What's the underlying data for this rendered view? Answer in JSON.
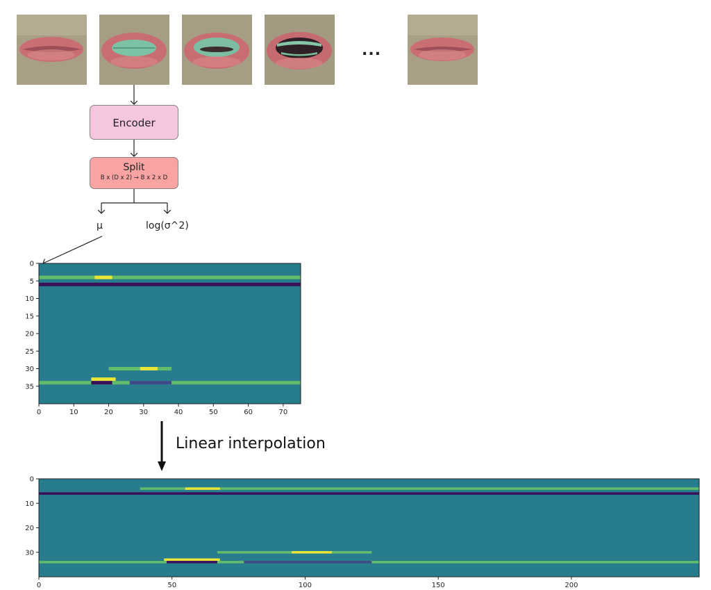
{
  "frames": [
    {
      "id": "frame-1",
      "mouth": "closed"
    },
    {
      "id": "frame-2",
      "mouth": "teeth"
    },
    {
      "id": "frame-3",
      "mouth": "teeth-open"
    },
    {
      "id": "frame-4",
      "mouth": "open"
    },
    {
      "id": "frame-last",
      "mouth": "closed"
    }
  ],
  "ellipsis": "...",
  "encoder": {
    "label": "Encoder"
  },
  "split": {
    "label": "Split",
    "sublabel": "B x (D x 2) → B x 2 x D"
  },
  "outputs": {
    "mu": "μ",
    "logvar": "log(σ^2)"
  },
  "interpolation_label": "Linear interpolation",
  "colors": {
    "encoder": "#f6c6e0",
    "split": "#f9a3a3",
    "heatmap_bg": "#277c8e",
    "dark": "#3a0f5a",
    "light": "#e9e537",
    "green": "#64bc6b"
  },
  "chart_data": [
    {
      "type": "heatmap",
      "title": "",
      "x_ticks": [
        0,
        10,
        20,
        30,
        40,
        50,
        60,
        70
      ],
      "y_ticks": [
        0,
        5,
        10,
        15,
        20,
        25,
        30,
        35
      ],
      "xlim": [
        0,
        75
      ],
      "ylim": [
        40,
        0
      ],
      "bands": [
        {
          "row": 4,
          "x_start": 0,
          "x_end": 75,
          "value": "green"
        },
        {
          "row": 4,
          "x_start": 16,
          "x_end": 21,
          "value": "light"
        },
        {
          "row": 6,
          "x_start": 0,
          "x_end": 75,
          "value": "dark"
        },
        {
          "row": 30,
          "x_start": 20,
          "x_end": 38,
          "value": "green"
        },
        {
          "row": 30,
          "x_start": 29,
          "x_end": 34,
          "value": "light"
        },
        {
          "row": 33,
          "x_start": 15,
          "x_end": 22,
          "value": "light"
        },
        {
          "row": 34,
          "x_start": 0,
          "x_end": 75,
          "value": "green"
        },
        {
          "row": 34,
          "x_start": 15,
          "x_end": 21,
          "value": "dark"
        },
        {
          "row": 34,
          "x_start": 26,
          "x_end": 38,
          "value": "blue-dark"
        }
      ]
    },
    {
      "type": "heatmap",
      "title": "",
      "x_ticks": [
        0,
        50,
        100,
        150,
        200
      ],
      "y_ticks": [
        0,
        10,
        20,
        30
      ],
      "xlim": [
        0,
        248
      ],
      "ylim": [
        40,
        0
      ],
      "bands": [
        {
          "row": 4,
          "x_start": 38,
          "x_end": 248,
          "value": "green"
        },
        {
          "row": 4,
          "x_start": 55,
          "x_end": 68,
          "value": "light"
        },
        {
          "row": 6,
          "x_start": 0,
          "x_end": 248,
          "value": "dark"
        },
        {
          "row": 30,
          "x_start": 67,
          "x_end": 125,
          "value": "green"
        },
        {
          "row": 30,
          "x_start": 95,
          "x_end": 110,
          "value": "light"
        },
        {
          "row": 33,
          "x_start": 47,
          "x_end": 68,
          "value": "light"
        },
        {
          "row": 34,
          "x_start": 0,
          "x_end": 248,
          "value": "green"
        },
        {
          "row": 34,
          "x_start": 48,
          "x_end": 67,
          "value": "dark"
        },
        {
          "row": 34,
          "x_start": 77,
          "x_end": 125,
          "value": "blue-dark"
        }
      ]
    }
  ]
}
